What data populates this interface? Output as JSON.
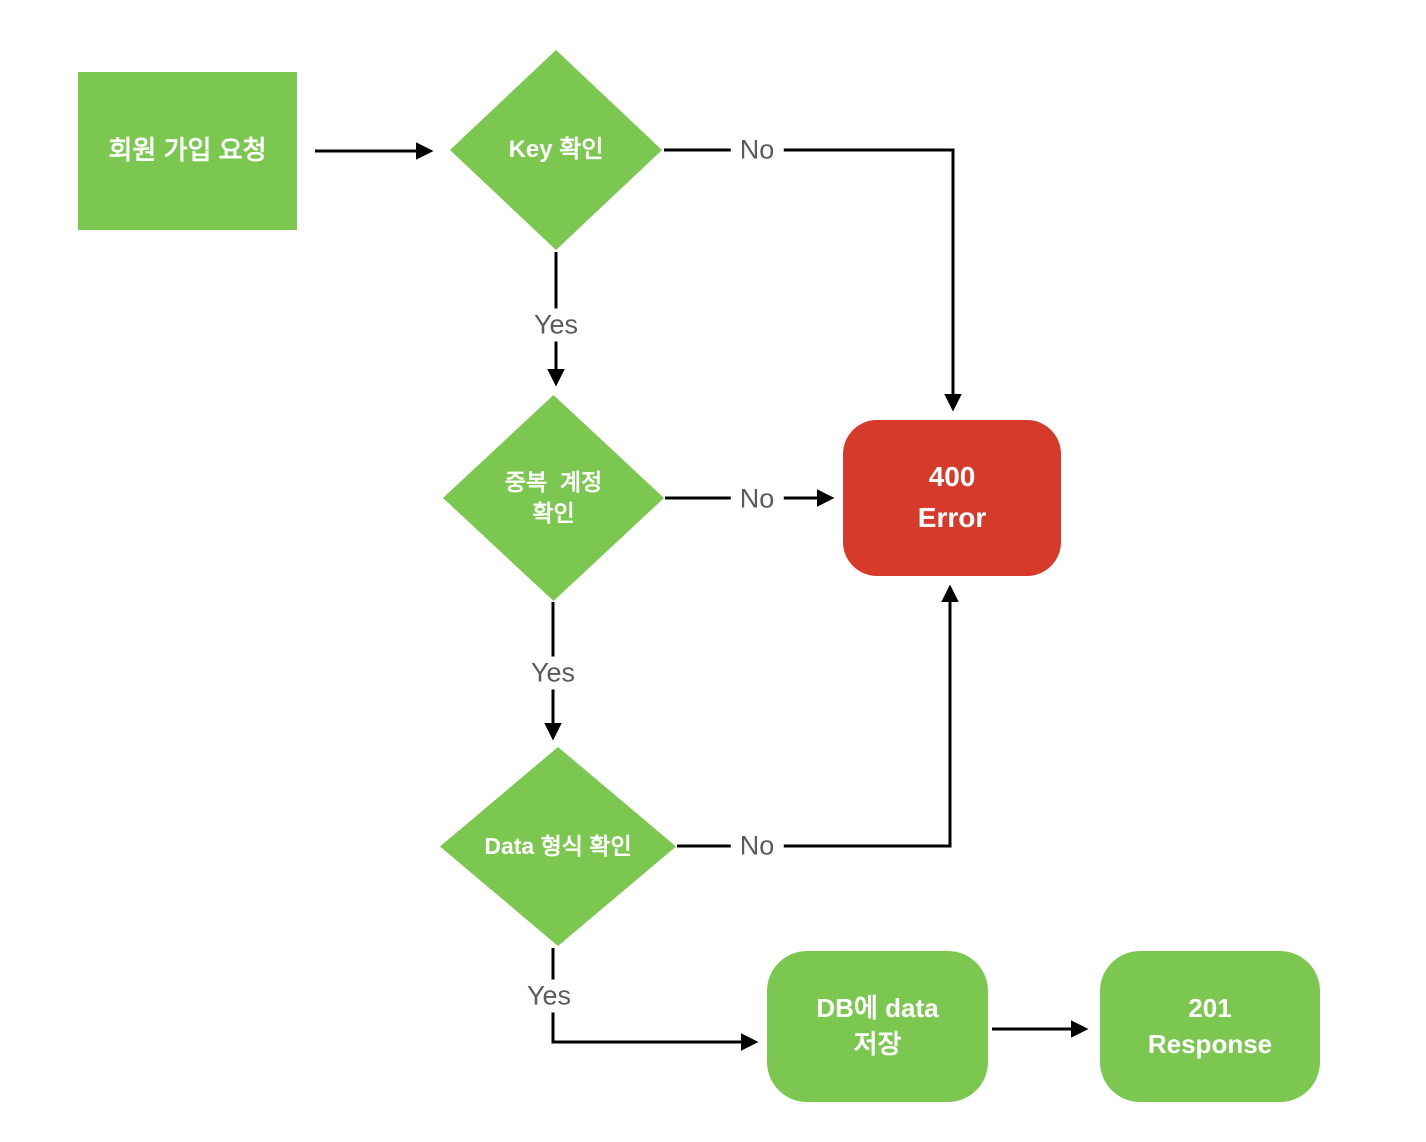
{
  "diagram": {
    "title": "member-signup-api-flowchart",
    "nodes": {
      "request": {
        "label": "회원 가입 요청",
        "shape": "rectangle",
        "fill": "#7CC750"
      },
      "key_check": {
        "label": "Key 확인",
        "shape": "diamond",
        "fill": "#7CC750"
      },
      "dup_check": {
        "label": "중복  계정\n확인",
        "shape": "diamond",
        "fill": "#7CC750"
      },
      "format_check": {
        "label": "Data 형식 확인",
        "shape": "diamond",
        "fill": "#7CC750"
      },
      "error_400": {
        "label": "400\nError",
        "shape": "rounded-rectangle",
        "fill": "#D53A2B"
      },
      "db_save": {
        "label": "DB에 data\n저장",
        "shape": "rounded-rectangle",
        "fill": "#7CC750"
      },
      "response_201": {
        "label": "201\nResponse",
        "shape": "rounded-rectangle",
        "fill": "#7CC750"
      }
    },
    "edges": {
      "request_to_key": {
        "label": ""
      },
      "key_no_to_error": {
        "label": "No"
      },
      "key_yes_to_dup": {
        "label": "Yes"
      },
      "dup_no_to_error": {
        "label": "No"
      },
      "dup_yes_to_format": {
        "label": "Yes"
      },
      "format_no_to_error": {
        "label": "No"
      },
      "format_yes_to_db": {
        "label": "Yes"
      },
      "db_to_response": {
        "label": ""
      }
    },
    "colors": {
      "node_green": "#7CC750",
      "node_red": "#D53A2B",
      "connector": "#000000",
      "edge_label_text": "#5b5b5b",
      "node_text": "#ffffff",
      "background": "#ffffff"
    }
  }
}
